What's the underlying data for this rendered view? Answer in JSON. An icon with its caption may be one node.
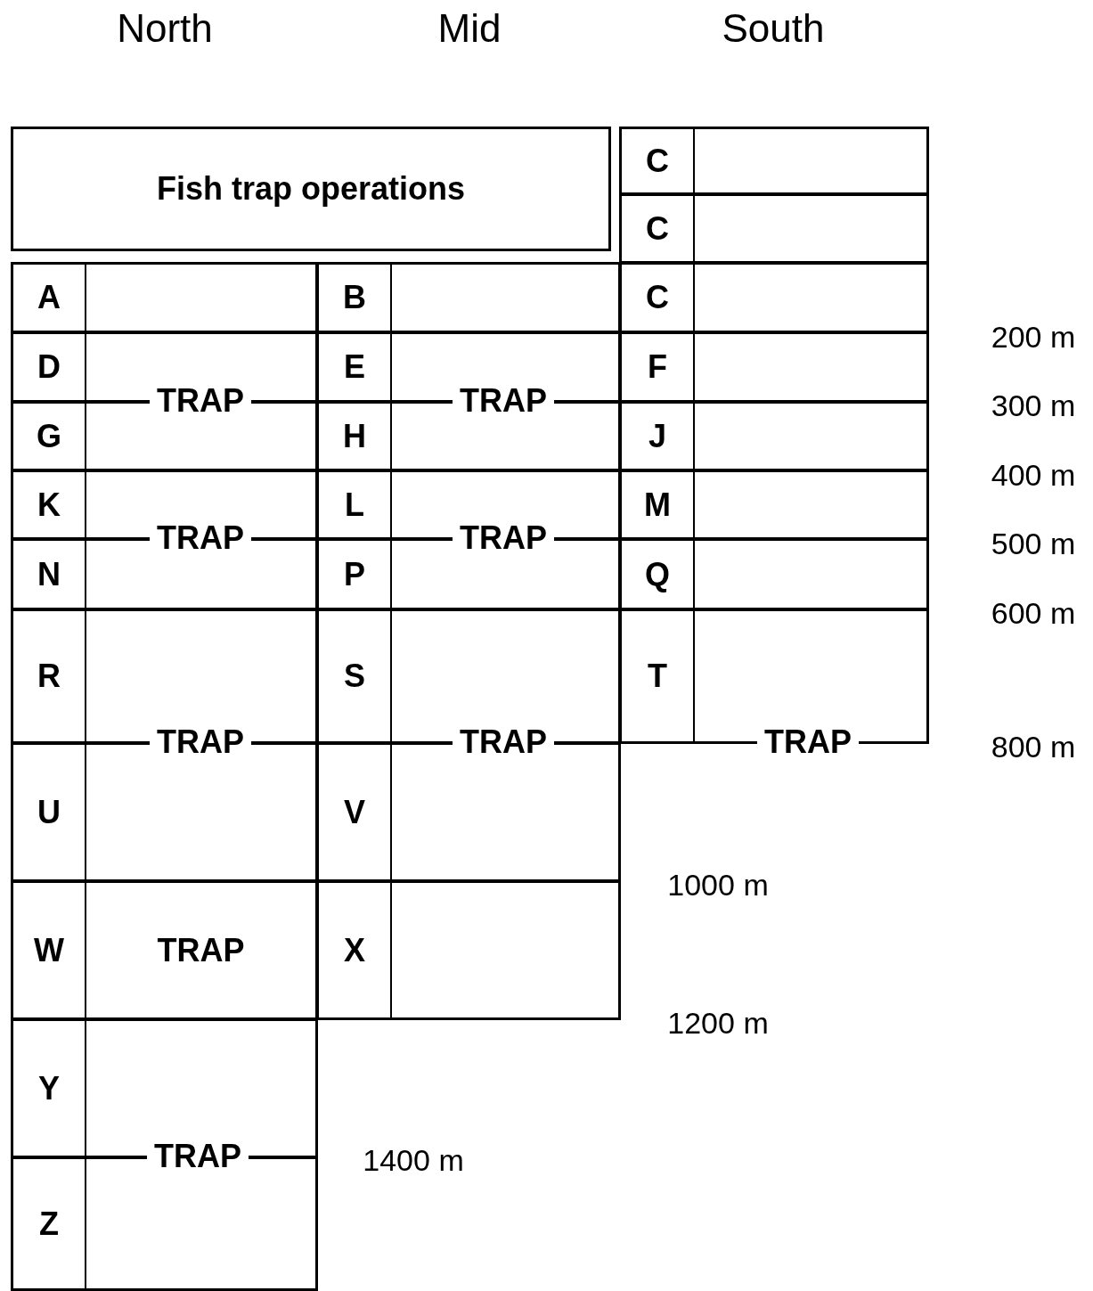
{
  "diagram": {
    "nodes": [
      {
        "text": [
          "Fish trap operations"
        ]
      },
      {
        "text": [
          "C"
        ]
      },
      {
        "text": [
          "C"
        ]
      },
      {
        "text": [
          "A"
        ]
      },
      {
        "text": [
          "B"
        ]
      },
      {
        "text": [
          "C"
        ]
      },
      {
        "text": [
          "D"
        ]
      },
      {
        "text": [
          "E"
        ]
      },
      {
        "text": [
          "F"
        ]
      },
      {
        "text": [
          "G"
        ]
      },
      {
        "text": [
          "H"
        ]
      },
      {
        "text": [
          "J"
        ]
      },
      {
        "text": [
          "K"
        ]
      },
      {
        "text": [
          "L"
        ]
      },
      {
        "text": [
          "M"
        ]
      },
      {
        "text": [
          "N"
        ]
      },
      {
        "text": [
          "P"
        ]
      },
      {
        "text": [
          "Q"
        ]
      },
      {
        "text": [
          "R"
        ]
      },
      {
        "text": [
          "S"
        ]
      },
      {
        "text": [
          "T"
        ]
      },
      {
        "text": [
          "U"
        ]
      },
      {
        "text": [
          "V"
        ]
      },
      {
        "text": [
          "W",
          "TRAP"
        ]
      },
      {
        "text": [
          "X"
        ]
      },
      {
        "text": [
          "Y"
        ]
      },
      {
        "text": [
          "Z"
        ]
      }
    ],
    "labels": [
      "North",
      "Mid",
      "South",
      "200 m",
      "TRAP",
      "TRAP",
      "300 m",
      "400 m",
      "TRAP",
      "TRAP",
      "500 m",
      "600 m",
      "TRAP",
      "TRAP",
      "TRAP",
      "800 m",
      "1000 m",
      "1200 m",
      "TRAP",
      "1400 m"
    ]
  }
}
